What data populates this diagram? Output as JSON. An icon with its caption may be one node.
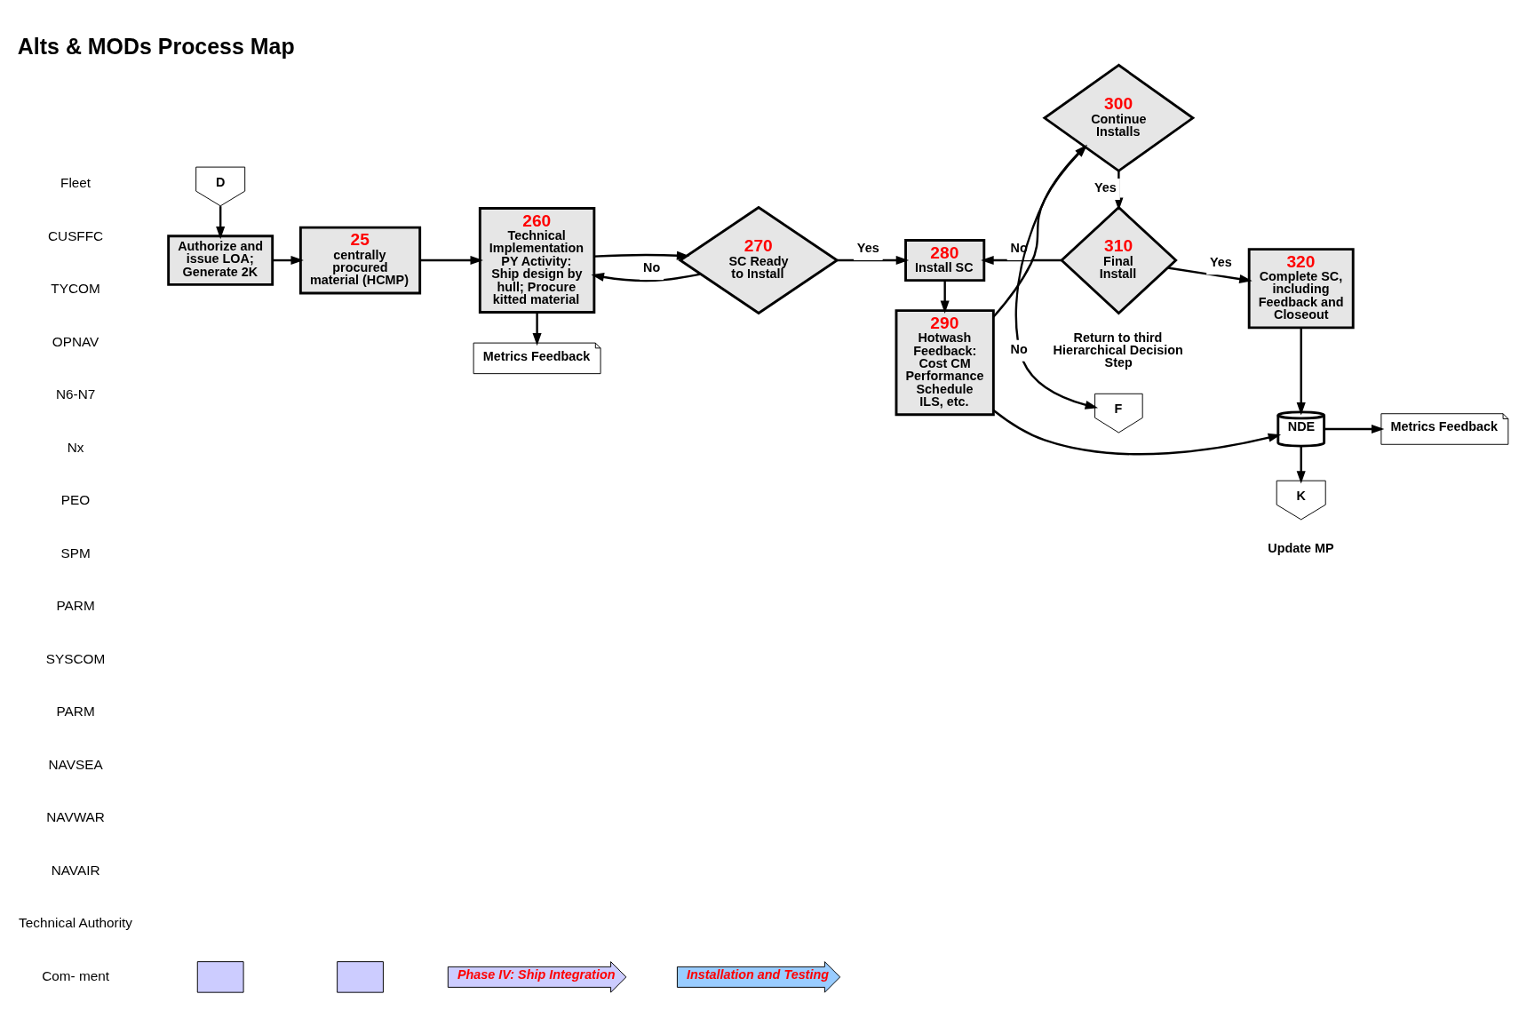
{
  "diagram": {
    "title": "Alts & MODs Process Map",
    "nodes": [
      {
        "text": [
          "Authorize and issue LOA; Generate 2K"
        ]
      },
      {
        "text": [
          "25",
          "centrally procured material (HCMP)"
        ]
      },
      {
        "text": [
          "260",
          "Technical Implementation PY Activity: Ship design by hull; Procure kitted material"
        ]
      },
      {
        "text": [
          "270",
          "SC Ready to Install"
        ]
      },
      {
        "text": [
          "280",
          "Install SC"
        ]
      },
      {
        "text": [
          "310",
          "Final Install"
        ]
      },
      {
        "text": [
          "320",
          "Complete SC, including Feedback and Closeout"
        ]
      },
      {
        "text": [
          "290",
          "Hotwash Feedback: Cost CM Performance Schedule ILS, etc."
        ]
      },
      {
        "text": [
          "300",
          "Continue Installs"
        ]
      },
      {
        "text": [
          "D"
        ]
      },
      {
        "text": [
          "F"
        ],
        "beside": [
          "Return to third Hierarchical Decision Step"
        ]
      },
      {
        "text": [
          "NDE"
        ]
      },
      {
        "text": [
          "K"
        ],
        "beside": [
          "Update MP"
        ]
      },
      {
        "text": [
          "Metrics Feedback"
        ]
      },
      {
        "text": [
          "Metrics Feedback"
        ]
      },
      {
        "text": [],
        "shape": "box"
      },
      {
        "text": [],
        "shape": "box"
      },
      {
        "text": [
          "Phase IV: Ship Integration"
        ]
      },
      {
        "text": [
          "Installation and Testing"
        ]
      }
    ],
    "edges": [
      {
        "from": 9,
        "to": 0,
        "arrow": "to"
      },
      {
        "from": 0,
        "to": 1,
        "arrow": "to"
      },
      {
        "from": 1,
        "to": 2,
        "arrow": "to"
      },
      {
        "from": 2,
        "to": 3,
        "arrow": "to"
      },
      {
        "from": 3,
        "to": 4,
        "arrow": "to",
        "label": "Yes"
      },
      {
        "from": 3,
        "to": 2,
        "arrow": "to",
        "label": "No"
      },
      {
        "from": 4,
        "to": 7,
        "arrow": "to"
      },
      {
        "from": 7,
        "to": 8,
        "arrow": "to"
      },
      {
        "from": 8,
        "to": 5,
        "arrow": "to",
        "label": "Yes"
      },
      {
        "from": 8,
        "to": 10,
        "arrow": "to",
        "label": "No"
      },
      {
        "from": 5,
        "to": 4,
        "arrow": "to",
        "label": "No"
      },
      {
        "from": 5,
        "to": 6,
        "arrow": "to",
        "label": "Yes"
      },
      {
        "from": 6,
        "to": 11,
        "arrow": "to"
      },
      {
        "from": 7,
        "to": 11,
        "arrow": "to"
      },
      {
        "from": 11,
        "to": 12,
        "arrow": "to"
      },
      {
        "from": 2,
        "to": 13,
        "arrow": "to"
      },
      {
        "from": 11,
        "to": 14,
        "arrow": "to"
      }
    ],
    "labels": [
      "Fleet",
      "CUSFFC",
      "TYCOM",
      "OPNAV",
      "N6-N7",
      "Nx",
      "PEO",
      "SPM",
      "PARM",
      "SYSCOM",
      "PARM",
      "NAVSEA",
      "NAVWAR",
      "NAVAIR",
      "Technical Authority",
      "Com- ment"
    ]
  }
}
